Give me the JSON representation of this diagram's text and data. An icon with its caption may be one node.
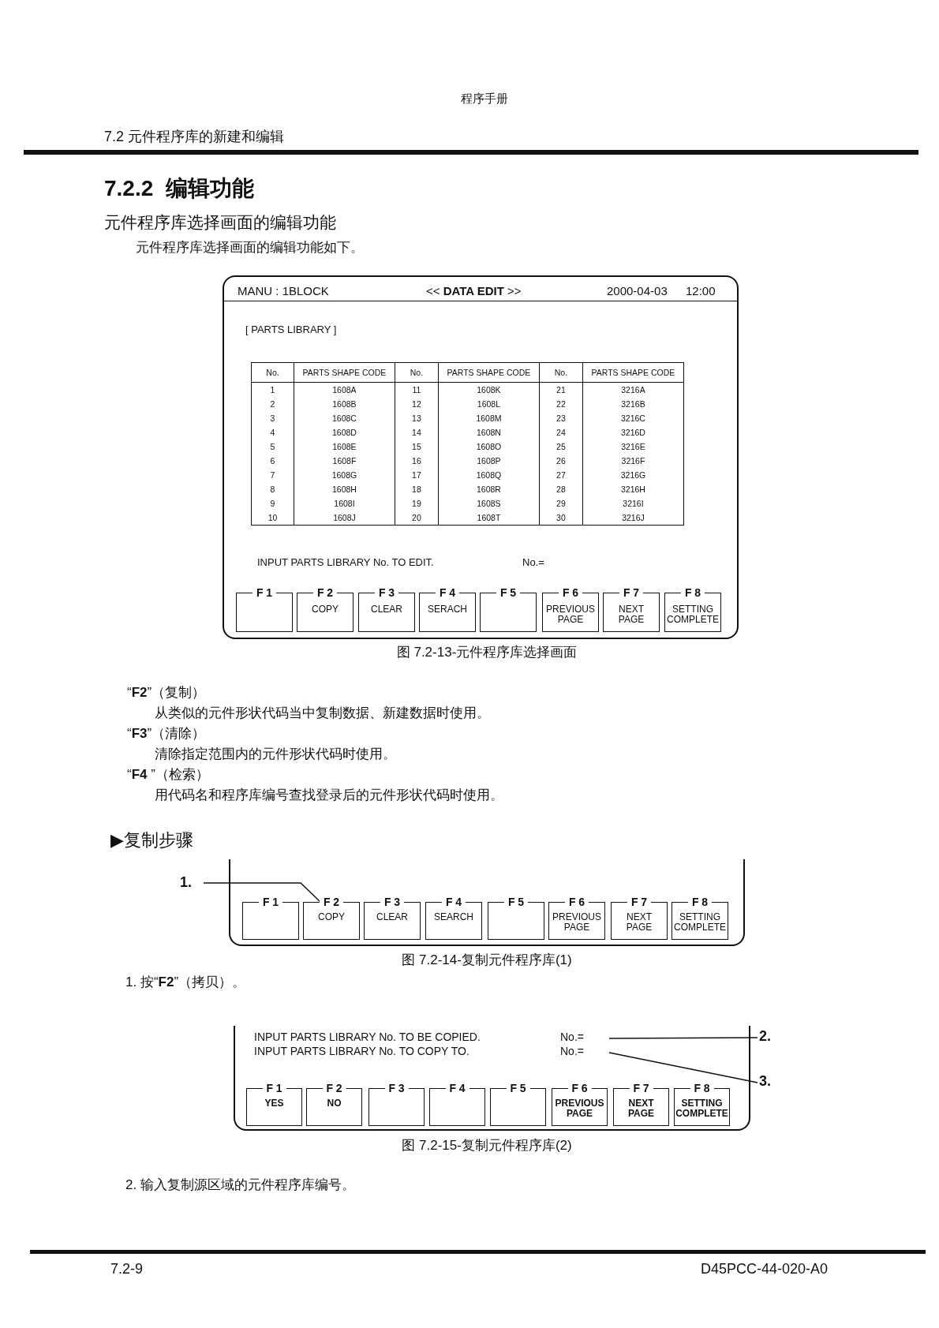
{
  "diagram": {
    "nodes": [
      {
        "text": [
          "MANU : 1BLOCK",
          "<< **DATA EDIT** >>",
          "2000-04-03",
          "12:00",
          "[ PARTS LIBRARY ]",
          "INPUT PARTS LIBRARY No. TO EDIT.",
          "No.="
        ]
      },
      {
        "text": [
          "F 1"
        ],
        "in": 0
      },
      {
        "text": [
          "F 2",
          "COPY"
        ],
        "in": 0
      },
      {
        "text": [
          "F 3",
          "CLEAR"
        ],
        "in": 0
      },
      {
        "text": [
          "F 4",
          "SERACH"
        ],
        "in": 0
      },
      {
        "text": [
          "F 5"
        ],
        "in": 0
      },
      {
        "text": [
          "F 6",
          "PREVIOUS PAGE"
        ],
        "in": 0
      },
      {
        "text": [
          "F 7",
          "NEXT PAGE"
        ],
        "in": 0
      },
      {
        "text": [
          "F 8",
          "SETTING COMPLETE"
        ],
        "in": 0
      },
      {
        "text": [],
        "shape": "box"
      },
      {
        "text": [
          "F 1"
        ],
        "in": 9
      },
      {
        "text": [
          "F 2",
          "COPY"
        ],
        "in": 9
      },
      {
        "text": [
          "F 3",
          "CLEAR"
        ],
        "in": 9
      },
      {
        "text": [
          "F 4",
          "SEARCH"
        ],
        "in": 9
      },
      {
        "text": [
          "F 5"
        ],
        "in": 9
      },
      {
        "text": [
          "F 6",
          "PREVIOUS PAGE"
        ],
        "in": 9
      },
      {
        "text": [
          "F 7",
          "NEXT PAGE"
        ],
        "in": 9
      },
      {
        "text": [
          "F 8",
          "SETTING COMPLETE"
        ],
        "in": 9
      },
      {
        "text": [
          "1."
        ]
      },
      {
        "text": [
          "INPUT PARTS LIBRARY No. TO BE COPIED.",
          "INPUT PARTS LIBRARY No. TO COPY TO."
        ]
      },
      {
        "text": [
          "No.="
        ],
        "in": 19
      },
      {
        "text": [
          "No.="
        ],
        "in": 19
      },
      {
        "text": [
          "F 1",
          "YES"
        ],
        "in": 19
      },
      {
        "text": [
          "F 2",
          "NO"
        ],
        "in": 19
      },
      {
        "text": [
          "F 3"
        ],
        "in": 19
      },
      {
        "text": [
          "F 4"
        ],
        "in": 19
      },
      {
        "text": [
          "F 5"
        ],
        "in": 19
      },
      {
        "text": [
          "F 6",
          "PREVIOUS PAGE"
        ],
        "in": 19
      },
      {
        "text": [
          "F 7",
          "NEXT PAGE"
        ],
        "in": 19
      },
      {
        "text": [
          "F 8",
          "SETTING COMPLETE"
        ],
        "in": 19
      },
      {
        "text": [
          "2."
        ]
      },
      {
        "text": [
          "3."
        ]
      }
    ],
    "edges": [
      {
        "from": 18,
        "to": 11,
        "arrow": "none"
      },
      {
        "from": 30,
        "to": 20,
        "arrow": "none"
      },
      {
        "from": 31,
        "to": 21,
        "arrow": "none"
      }
    ],
    "labels": [
      "程序手册",
      "7.2 元件程序库的新建和编辑",
      "7.2.2  编辑功能",
      "元件程序库选择画面的编辑功能",
      "元件程序库选择画面的编辑功能如下。",
      "No.",
      "PARTS SHAPE CODE",
      "No.",
      "PARTS SHAPE CODE",
      "No.",
      "PARTS SHAPE CODE",
      "1",
      "1608A",
      "11",
      "1608K",
      "21",
      "3216A",
      "2",
      "1608B",
      "12",
      "1608L",
      "22",
      "3216B",
      "3",
      "1608C",
      "13",
      "1608M",
      "23",
      "3216C",
      "4",
      "1608D",
      "14",
      "1608N",
      "24",
      "3216D",
      "5",
      "1608E",
      "15",
      "1608O",
      "25",
      "3216E",
      "6",
      "1608F",
      "16",
      "1608P",
      "26",
      "3216F",
      "7",
      "1608G",
      "17",
      "1608Q",
      "27",
      "3216G",
      "8",
      "1608H",
      "18",
      "1608R",
      "28",
      "3216H",
      "9",
      "1608I",
      "19",
      "1608S",
      "29",
      "3216I",
      "10",
      "1608J",
      "20",
      "1608T",
      "30",
      "3216J",
      "图 7.2-13-元件程序库选择画面",
      "“**F2**”（复制）",
      "从类似的元件形状代码当中复制数据、新建数据时使用。",
      "“**F3**”（清除）",
      "清除指定范围内的元件形状代码时使用。",
      "“**F4** ”（检索）",
      "用代码名和程序库编号查找登录后的元件形状代码时使用。",
      "▶复制步骤",
      "图 7.2-14-复制元件程序库(1)",
      "1. 按“**F2**”（拷贝）。",
      "图 7.2-15-复制元件程序库(2)",
      "2. 输入复制源区域的元件程序库编号。",
      "7.2-9",
      "D45PCC-44-020-A0"
    ]
  }
}
